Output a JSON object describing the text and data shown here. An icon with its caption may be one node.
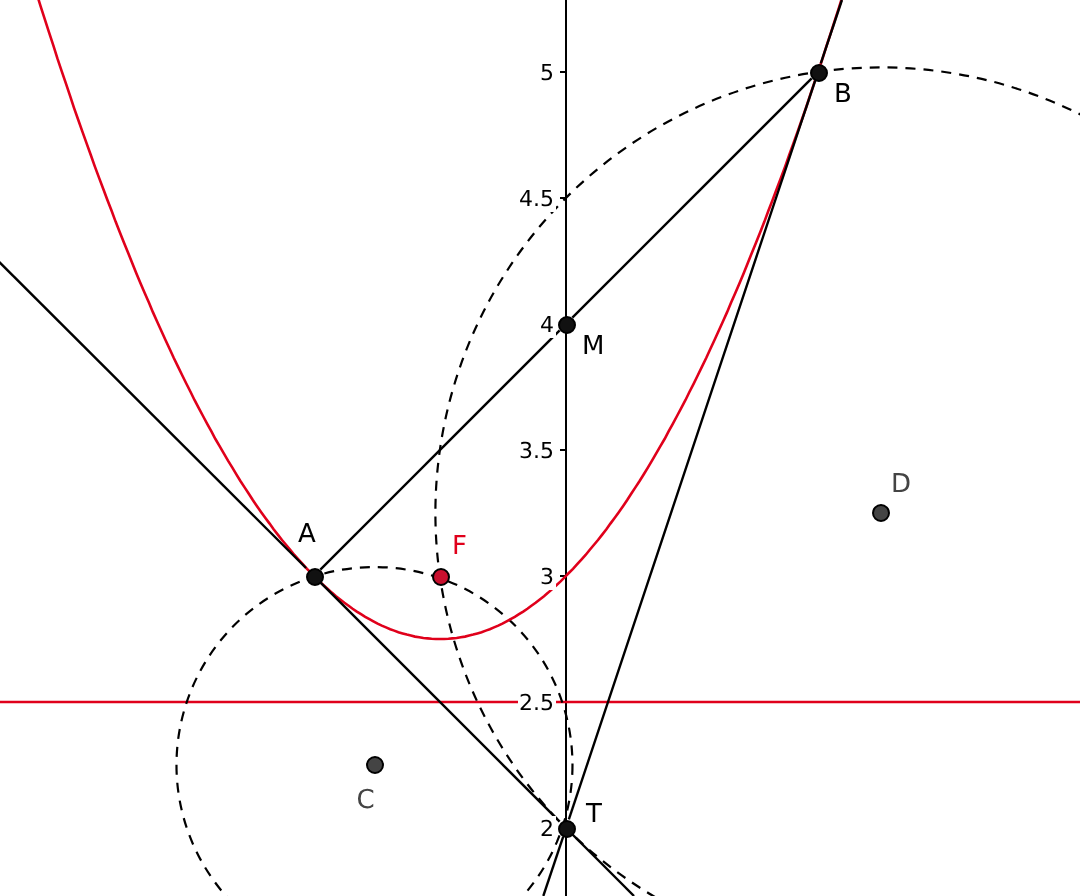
{
  "diagram": {
    "nodes": [
      {
        "text": [],
        "shape": "circle",
        "beside": [
          "B"
        ]
      },
      {
        "text": [],
        "shape": "circle",
        "beside": [
          "M"
        ]
      },
      {
        "text": [],
        "shape": "circle",
        "beside": [
          "D"
        ]
      },
      {
        "text": [],
        "shape": "circle",
        "beside": [
          "A"
        ]
      },
      {
        "text": [],
        "shape": "circle",
        "beside": [
          "F"
        ]
      },
      {
        "text": [],
        "shape": "circle",
        "beside": [
          "C"
        ]
      },
      {
        "text": [],
        "shape": "circle",
        "beside": [
          "T"
        ]
      }
    ],
    "edges": [
      {
        "from": 3,
        "to": 1,
        "arrow": "none"
      },
      {
        "from": 1,
        "to": 0,
        "arrow": "none"
      },
      {
        "from": 3,
        "to": 6,
        "arrow": "none"
      },
      {
        "from": 0,
        "to": 6,
        "arrow": "none"
      }
    ],
    "labels": [
      "5",
      "4.5",
      "4",
      "3.5",
      "3",
      "2.5",
      "2"
    ]
  }
}
